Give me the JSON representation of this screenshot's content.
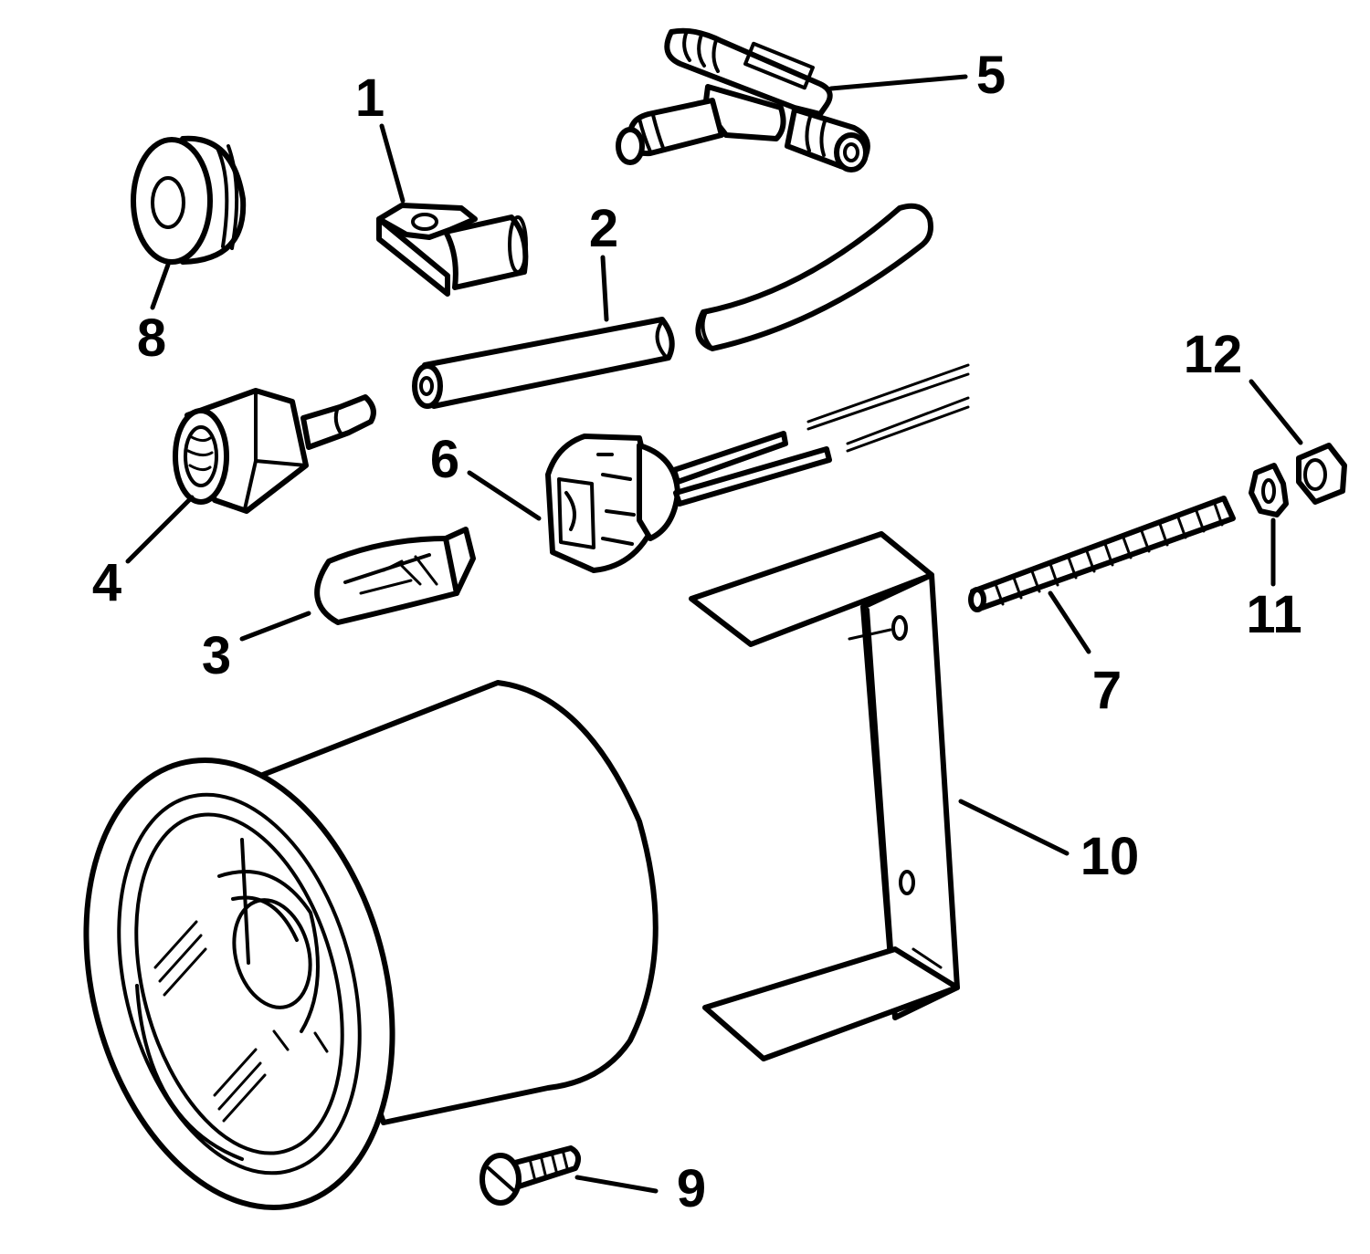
{
  "colors": {
    "line": "#000000",
    "background": "#ffffff"
  },
  "callouts": [
    {
      "id": "callout-1",
      "text": "1"
    },
    {
      "id": "callout-2",
      "text": "2"
    },
    {
      "id": "callout-3",
      "text": "3"
    },
    {
      "id": "callout-4",
      "text": "4"
    },
    {
      "id": "callout-5",
      "text": "5"
    },
    {
      "id": "callout-6",
      "text": "6"
    },
    {
      "id": "callout-7",
      "text": "7"
    },
    {
      "id": "callout-8",
      "text": "8"
    },
    {
      "id": "callout-9",
      "text": "9"
    },
    {
      "id": "callout-10",
      "text": "10"
    },
    {
      "id": "callout-11",
      "text": "11"
    },
    {
      "id": "callout-12",
      "text": "12"
    }
  ]
}
